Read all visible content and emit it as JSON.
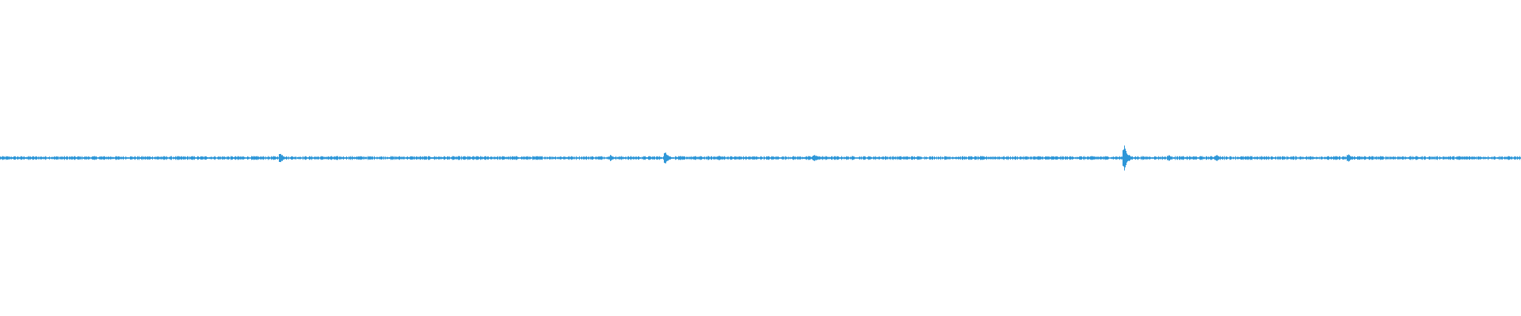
{
  "waveform": {
    "color": "#2f97d8",
    "background": "#ffffff",
    "baseline_amplitude": 0.006,
    "peaks": [
      {
        "pos": 0.184,
        "amp": 0.022
      },
      {
        "pos": 0.401,
        "amp": 0.012
      },
      {
        "pos": 0.437,
        "amp": 0.028
      },
      {
        "pos": 0.472,
        "amp": 0.012
      },
      {
        "pos": 0.535,
        "amp": 0.016
      },
      {
        "pos": 0.739,
        "amp": 0.045
      },
      {
        "pos": 0.768,
        "amp": 0.012
      },
      {
        "pos": 0.799,
        "amp": 0.016
      },
      {
        "pos": 0.886,
        "amp": 0.016
      }
    ]
  }
}
